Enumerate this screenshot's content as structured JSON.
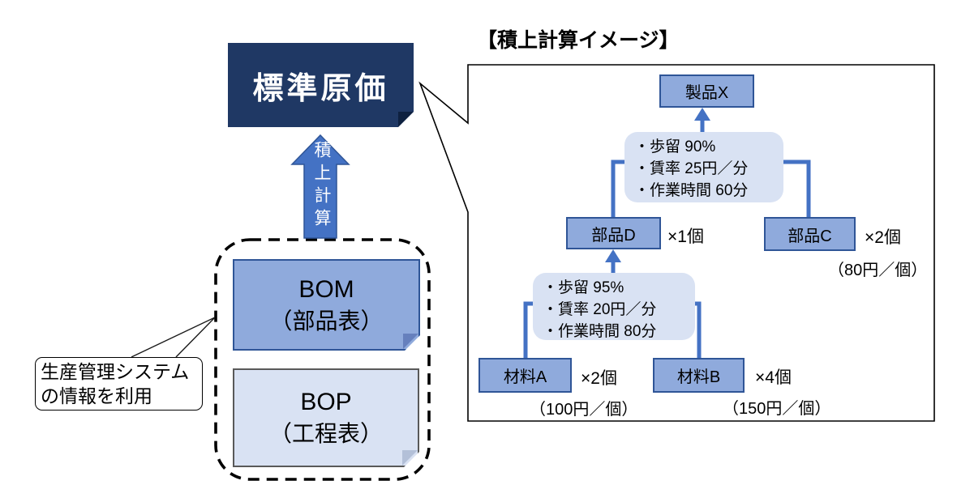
{
  "standard_cost": {
    "label": "標準原価"
  },
  "rollup_arrow": {
    "label": "積上計算"
  },
  "source_group": {
    "bom": {
      "title": "BOM",
      "subtitle": "（部品表）"
    },
    "bop": {
      "title": "BOP",
      "subtitle": "（工程表）"
    }
  },
  "callout": {
    "line1": "生産管理システム",
    "line2": "の情報を利用"
  },
  "rollup_image": {
    "title": "【積上計算イメージ】",
    "nodes": {
      "product_x": "製品X",
      "part_d": "部品D",
      "part_d_qty": "×1個",
      "part_c": "部品C",
      "part_c_qty": "×2個",
      "part_c_price": "（80円／個）",
      "material_a": "材料A",
      "material_a_qty": "×2個",
      "material_a_price": "（100円／個）",
      "material_b": "材料B",
      "material_b_qty": "×4個",
      "material_b_price": "（150円／個）"
    },
    "process_upper": {
      "line1": "・歩留 90%",
      "line2": "・賃率 25円／分",
      "line3": "・作業時間 60分"
    },
    "process_lower": {
      "line1": "・歩留 95%",
      "line2": "・賃率 20円／分",
      "line3": "・作業時間 80分"
    }
  },
  "colors": {
    "accent": "#4472C4",
    "dark_navy": "#1F3864",
    "node_fill": "#8FAADC",
    "node_border": "#2F5597",
    "panel_fill": "#D9E2F3"
  }
}
